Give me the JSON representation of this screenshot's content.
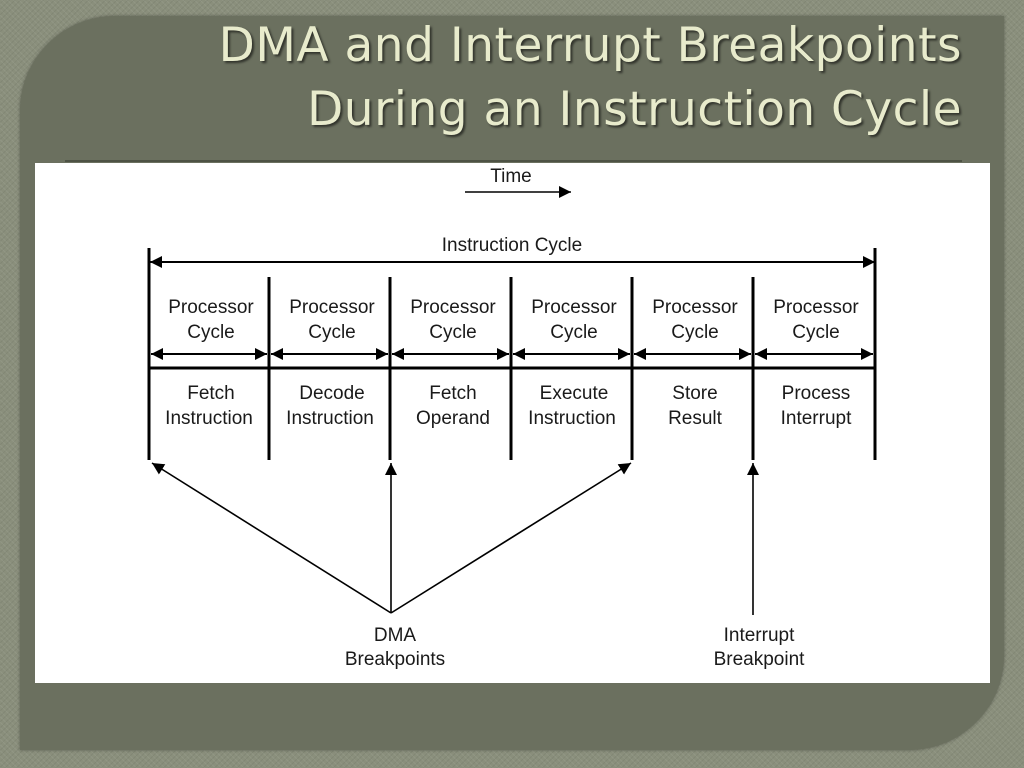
{
  "slide": {
    "title_line1": "DMA and Interrupt Breakpoints",
    "title_line2": "During an Instruction Cycle"
  },
  "diagram": {
    "time_label": "Time",
    "instruction_cycle_label": "Instruction Cycle",
    "phases": [
      {
        "cycle_line1": "Processor",
        "cycle_line2": "Cycle",
        "step_line1": "Fetch",
        "step_line2": "Instruction"
      },
      {
        "cycle_line1": "Processor",
        "cycle_line2": "Cycle",
        "step_line1": "Decode",
        "step_line2": "Instruction"
      },
      {
        "cycle_line1": "Processor",
        "cycle_line2": "Cycle",
        "step_line1": "Fetch",
        "step_line2": "Operand"
      },
      {
        "cycle_line1": "Processor",
        "cycle_line2": "Cycle",
        "step_line1": "Execute",
        "step_line2": "Instruction"
      },
      {
        "cycle_line1": "Processor",
        "cycle_line2": "Cycle",
        "step_line1": "Store",
        "step_line2": "Result"
      },
      {
        "cycle_line1": "Processor",
        "cycle_line2": "Cycle",
        "step_line1": "Process",
        "step_line2": "Interrupt"
      }
    ],
    "dma_label_line1": "DMA",
    "dma_label_line2": "Breakpoints",
    "interrupt_label_line1": "Interrupt",
    "interrupt_label_line2": "Breakpoint"
  }
}
